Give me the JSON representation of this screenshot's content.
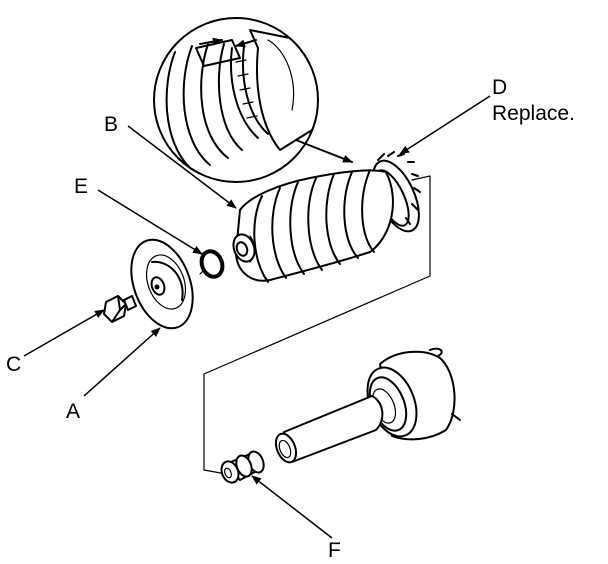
{
  "labels": {
    "a": "A",
    "b": "B",
    "c": "C",
    "d": "D",
    "d_note": "Replace.",
    "e": "E",
    "f": "F"
  },
  "colors": {
    "ink": "#000000",
    "paper": "#ffffff"
  }
}
